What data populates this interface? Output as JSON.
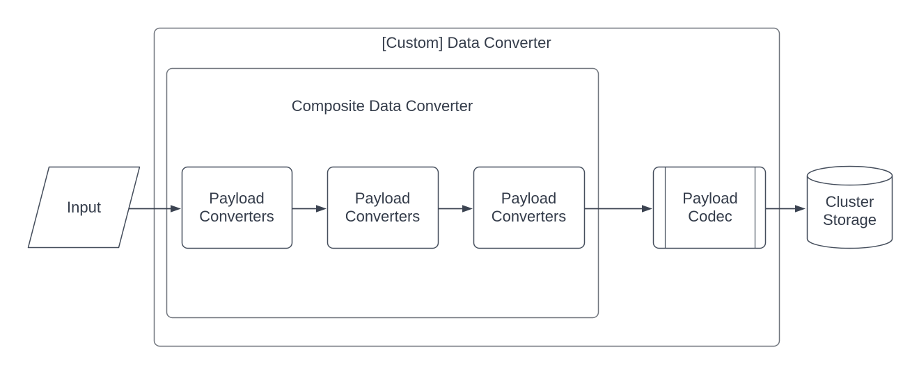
{
  "diagram": {
    "title": "[Custom] Data Converter",
    "composite_group": {
      "title": "Composite Data Converter"
    },
    "nodes": {
      "input": {
        "label": "Input",
        "shape": "parallelogram"
      },
      "converter_1": {
        "label": "Payload Converters",
        "shape": "rounded-rectangle"
      },
      "converter_2": {
        "label": "Payload Converters",
        "shape": "rounded-rectangle"
      },
      "converter_3": {
        "label": "Payload Converters",
        "shape": "rounded-rectangle"
      },
      "codec": {
        "label": "Payload Codec",
        "shape": "predefined-process"
      },
      "storage": {
        "label": "Cluster Storage",
        "shape": "cylinder"
      }
    },
    "flow": [
      "input -> converter_1",
      "converter_1 -> converter_2",
      "converter_2 -> converter_3",
      "converter_3 -> codec",
      "codec -> storage"
    ],
    "colors": {
      "background": "#ffffff",
      "container_stroke": "#70757d",
      "node_stroke": "#454e5c",
      "arrow": "#3b4351",
      "text": "#333b49"
    }
  }
}
